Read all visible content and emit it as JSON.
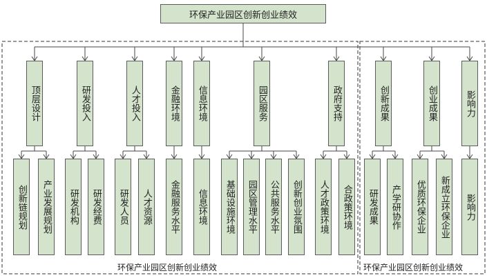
{
  "root": "环保产业园区创新创业绩效",
  "groups": [
    {
      "label": "顶层设计",
      "children": [
        "创新链规划",
        "产业发展规划"
      ]
    },
    {
      "label": "研发投入",
      "children": [
        "研发机构",
        "研发经费"
      ]
    },
    {
      "label": "人才投入",
      "children": [
        "研发人员",
        "人才资源"
      ]
    },
    {
      "label": "金融环境",
      "children": [
        "金融服务水平"
      ]
    },
    {
      "label": "信息环境",
      "children": [
        "信息环境"
      ]
    },
    {
      "label": "园区服务",
      "children": [
        "基础设施环境",
        "园区管理水平",
        "公共服务水平",
        "创新创业氛围"
      ]
    },
    {
      "label": "政府支持",
      "children": [
        "人才政策环境",
        "合政策环境"
      ]
    },
    {
      "label": "创新成果",
      "children": [
        "研发成果",
        "产学研协作"
      ]
    },
    {
      "label": "创业成果",
      "children": [
        "优质环保企业",
        "新成立环保企业"
      ]
    },
    {
      "label": "影响力",
      "children": [
        "影响力"
      ]
    }
  ],
  "frame_captions": [
    "环保产业园区创新创业绩效",
    "环保产业园区创新创业绩效"
  ]
}
